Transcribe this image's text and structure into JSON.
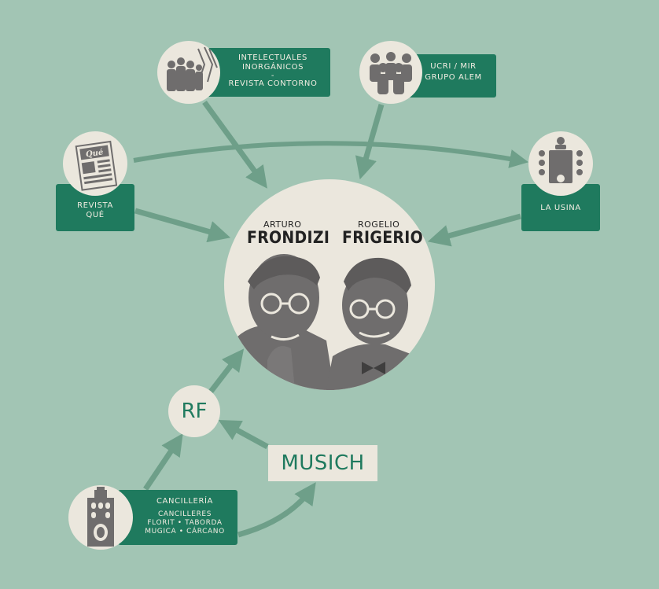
{
  "center": {
    "left_first_name": "ARTURO",
    "left_last_name": "FRONDIZI",
    "right_first_name": "ROGELIO",
    "right_last_name": "FRIGERIO"
  },
  "nodes": {
    "intelectuales": {
      "line1": "INTELECTUALES",
      "line2": "INORGÁNICOS",
      "line3": "-",
      "line4": "REVISTA CONTORNO"
    },
    "ucri": {
      "line1": "UCRI / MIR",
      "line2": "GRUPO ALEM"
    },
    "revista_que": {
      "line1": "REVISTA",
      "line2": "QUÉ",
      "icon_text": "Qué"
    },
    "la_usina": {
      "line1": "LA USINA"
    },
    "rf": {
      "label": "RF"
    },
    "musich": {
      "label": "MUSICH"
    },
    "cancilleria": {
      "title": "CANCILLERÍA",
      "line1": "CANCILLERES",
      "line2": "FLORIT • TABORDA",
      "line3": "MUGICA • CÁRCANO"
    }
  },
  "colors": {
    "background": "#a2c5b4",
    "box": "#1f7a5e",
    "circle": "#ebe7dd",
    "arrow": "#6e9f89",
    "figure": "#6f6d6d"
  }
}
